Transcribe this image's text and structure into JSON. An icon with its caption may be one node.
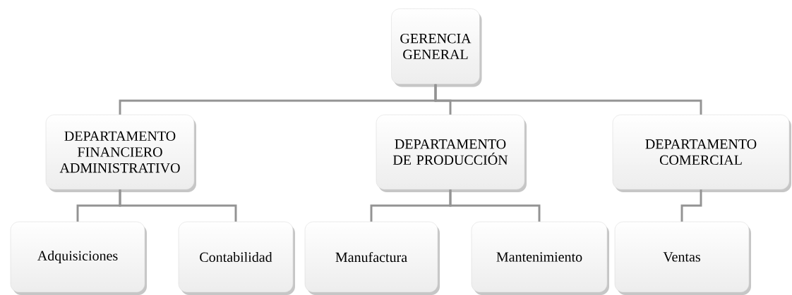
{
  "diagram": {
    "nodes": [
      {
        "text": [
          "GERENCIA GENERAL"
        ]
      },
      {
        "text": [
          "DEPARTAMENTO FINANCIERO ADMINISTRATIVO"
        ]
      },
      {
        "text": [
          "DEPARTAMENTO DE PRODUCCIÓN"
        ]
      },
      {
        "text": [
          "DEPARTAMENTO COMERCIAL"
        ]
      },
      {
        "text": [
          "Adquisiciones"
        ]
      },
      {
        "text": [
          "Contabilidad"
        ]
      },
      {
        "text": [
          "Manufactura"
        ]
      },
      {
        "text": [
          "Mantenimiento"
        ]
      },
      {
        "text": [
          "Ventas"
        ]
      }
    ],
    "edges": [
      {
        "from": 0,
        "to": 1,
        "arrow": "none"
      },
      {
        "from": 0,
        "to": 2,
        "arrow": "none"
      },
      {
        "from": 0,
        "to": 3,
        "arrow": "none"
      },
      {
        "from": 1,
        "to": 4,
        "arrow": "none"
      },
      {
        "from": 1,
        "to": 5,
        "arrow": "none"
      },
      {
        "from": 2,
        "to": 6,
        "arrow": "none"
      },
      {
        "from": 2,
        "to": 7,
        "arrow": "none"
      },
      {
        "from": 3,
        "to": 8,
        "arrow": "none"
      }
    ]
  }
}
